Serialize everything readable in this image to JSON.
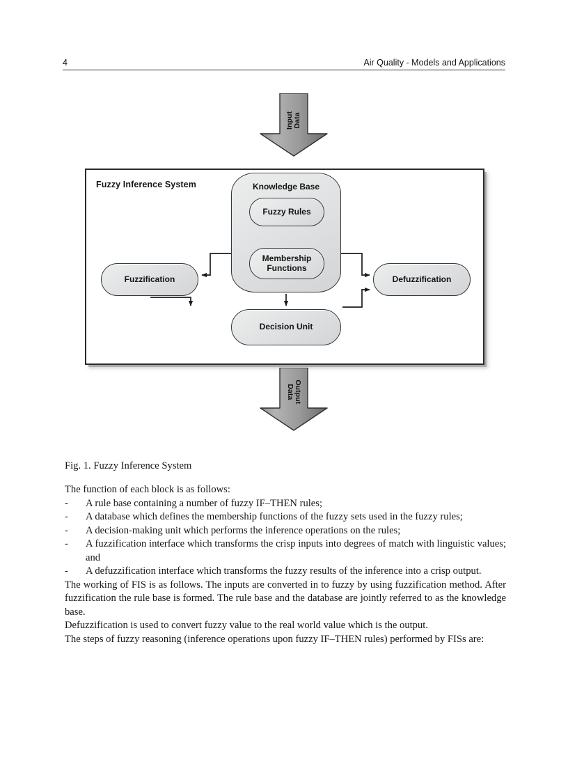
{
  "header": {
    "page_number": "4",
    "title": "Air Quality - Models and Applications"
  },
  "figure": {
    "input_arrow_label": "Input\nData",
    "output_arrow_label": "Output\nData",
    "fis_title": "Fuzzy Inference System",
    "nodes": {
      "knowledge_base": "Knowledge Base",
      "fuzzy_rules": "Fuzzy Rules",
      "membership_functions": "Membership\nFunctions",
      "fuzzification": "Fuzzification",
      "defuzzification": "Defuzzification",
      "decision_unit": "Decision Unit"
    },
    "caption": "Fig. 1. Fuzzy Inference System"
  },
  "body": {
    "intro": "The function of each block is as follows:",
    "bullets": [
      "A rule base containing a number of fuzzy IF–THEN rules;",
      "A database which defines the membership functions of the fuzzy sets used in the fuzzy rules;",
      "A decision-making unit which performs the inference operations on the rules;",
      "A fuzzification interface which transforms the crisp inputs into degrees of match with linguistic values; and",
      "A defuzzification interface which transforms the fuzzy results of the inference into a crisp output."
    ],
    "bullet_marker": "-",
    "paragraphs": [
      "The working of FIS is as follows. The inputs are converted in to fuzzy by using fuzzification method. After fuzzification the rule base is formed. The rule base and the database are jointly referred to as the knowledge base.",
      "Defuzzification is used to convert fuzzy value to the real world value which is the output.",
      "The steps of fuzzy reasoning (inference operations upon fuzzy IF–THEN rules) performed by FISs are:"
    ]
  },
  "colors": {
    "ink": "#161616",
    "rule": "#2b2b2b",
    "node_border": "#33373b",
    "node_fill_light": "#eceded",
    "node_fill_dark": "#d3d4d6",
    "arrow_fill_light": "#a9a9a9",
    "arrow_fill_dark": "#6e6e6e"
  }
}
